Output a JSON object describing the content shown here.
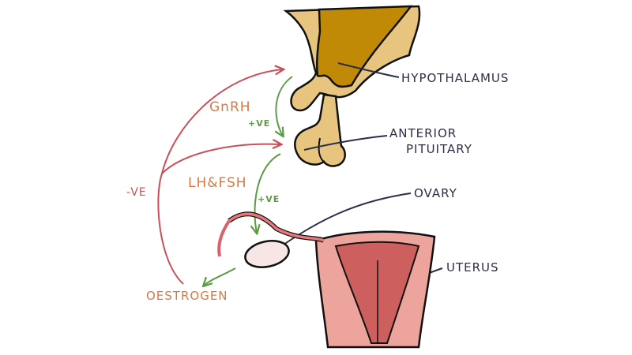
{
  "labels": {
    "hypothalamus": "HYPOTHALAMUS",
    "anterior_pituitary_1": "ANTERIOR",
    "anterior_pituitary_2": "PITUITARY",
    "ovary": "OVARY",
    "uterus": "UTERUS"
  },
  "hormones": {
    "gnrh": "GnRH",
    "lh_fsh": "LH&FSH",
    "oestrogen": "OESTROGEN"
  },
  "feedback": {
    "gnrh_effect": "+VE",
    "lhfsh_effect": "+VE",
    "oestrogen_effect": "-VE"
  },
  "colors": {
    "tan": "#e8c57f",
    "gold": "#c08a06",
    "negative": "#c9505a",
    "positive": "#5f9a45",
    "hormone_text": "#d47a4a",
    "label_text": "#2b2e47",
    "uterus_outer": "#eda49c",
    "uterus_inner": "#cd5f5e"
  }
}
